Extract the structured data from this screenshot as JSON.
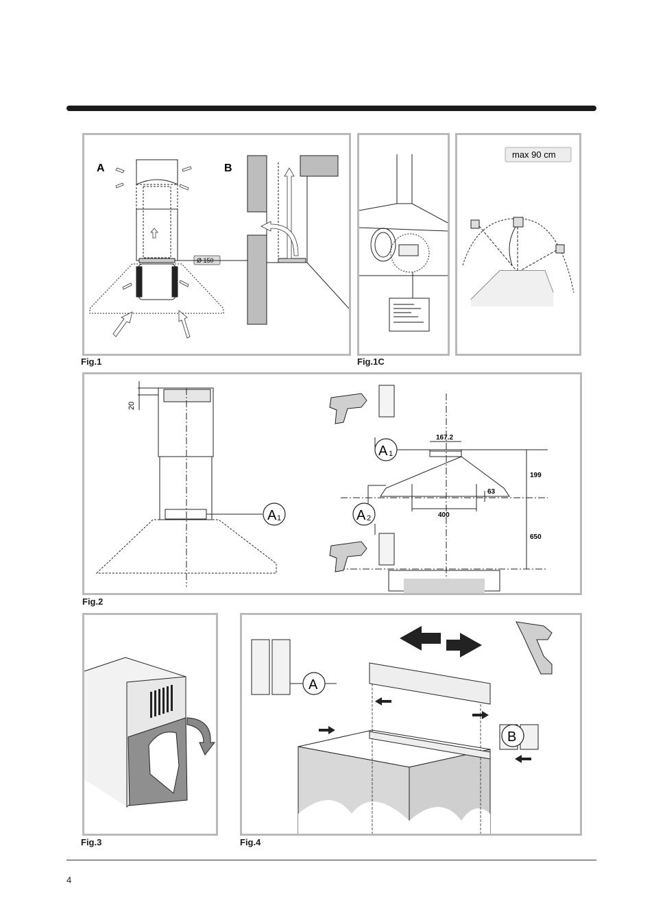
{
  "captions": {
    "fig1": "Fig.1",
    "fig1c": "Fig.1C",
    "fig2": "Fig.2",
    "fig3": "Fig.3",
    "fig4": "Fig.4"
  },
  "fig1": {
    "label_a": "A",
    "label_b": "B",
    "duct_diameter": "Ø 150"
  },
  "fig1c_right": {
    "max_height": "max 90 cm"
  },
  "fig2": {
    "dim_top": "20",
    "dim_width": "167.2",
    "dim_199": "199",
    "dim_63": "63",
    "dim_400": "400",
    "dim_650": "650",
    "callout_a1": "A",
    "callout_a1_sub": "1",
    "callout_a1b": "A",
    "callout_a1b_sub": "1",
    "callout_a2": "A",
    "callout_a2_sub": "2"
  },
  "fig4": {
    "callout_a": "A",
    "callout_b": "B"
  },
  "page": {
    "number": "4"
  }
}
